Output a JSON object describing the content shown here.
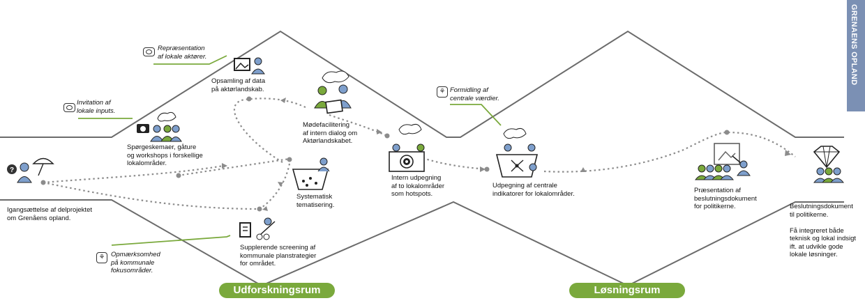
{
  "side_tab": "GRENAENS OPLAND",
  "phases": {
    "explore": "Udforskningsrum",
    "solution": "Løsningsrum"
  },
  "steps": {
    "start": "Igangsættelse af delprojektet\nom Grenåens opland.",
    "questionnaire": "Spørgeskemaer, gåture\nog workshops i forskellige\nlokalområder.",
    "collection": "Opsamling af data\npå aktørlandskab.",
    "facilitation": "Mødefacilitering\naf intern dialog om\nAktørlandskabet.",
    "thematisation": "Systematisk\ntematisering.",
    "screening": "Supplerende screening af\nkommunale planstrategier\nfor området.",
    "hotspots": "Intern udpegning\naf to lokalområder\nsom hotspots.",
    "indicators": "Udpegning af centrale\nindikatorer for lokalområder.",
    "presentation": "Præsentation af\nbeslutningsdokument\nfor politikerne.",
    "decision": "Beslutningsdokument\ntil politikerne.\n\nFå integreret både\nteknisk og lokal indsigt\nift. at udvikle gode\nlokale løsninger."
  },
  "notes": {
    "representation": "Repræsentation\naf lokale aktører.",
    "invitation": "Invitation af\nlokale inputs.",
    "awareness": "Opmærksomhed\npå kommunale\nfokusområder.",
    "dissemination": "Formidling af\ncentrale værdier."
  },
  "colors": {
    "green": "#7aa93c",
    "blue": "#7e9fcc",
    "gray_line": "#666666",
    "dotted": "#8c8c8c",
    "tab": "#7b90b4"
  },
  "icons": [
    "question-icon",
    "umbrella-icon",
    "camera-icon",
    "image-icon",
    "eye-icon",
    "leaf-icon",
    "document-icon",
    "target-icon",
    "diamond-icon",
    "basket-icon",
    "thought-cloud-icon"
  ]
}
